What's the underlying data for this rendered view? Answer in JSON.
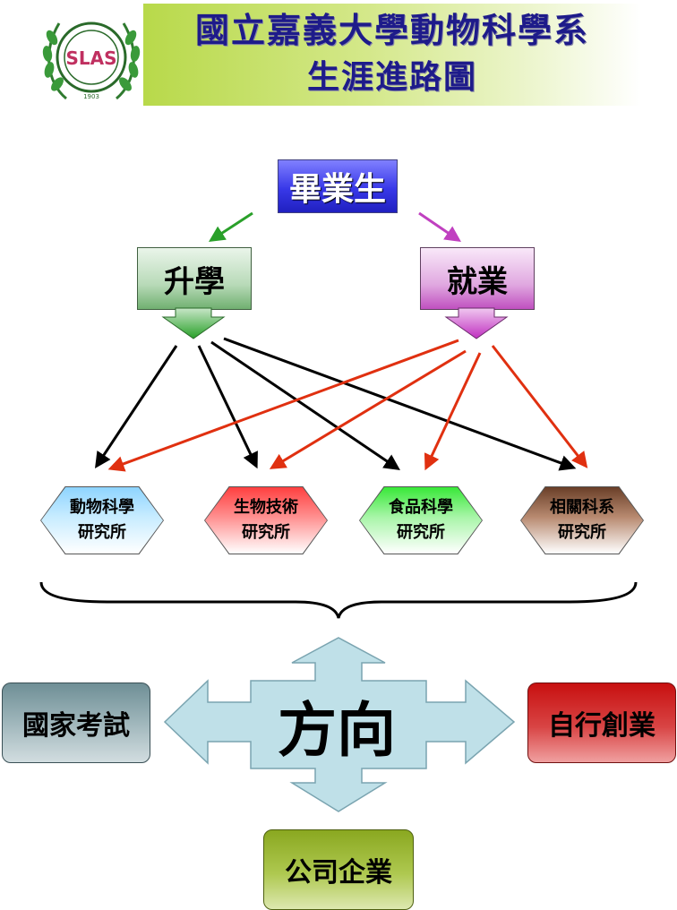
{
  "header": {
    "title_line1": "國立嘉義大學動物科學系",
    "title_line2": "生涯進路圖",
    "logo_text": "SLAS",
    "logo_year": "1903"
  },
  "top": {
    "graduate": "畢業生",
    "further_study": "升學",
    "employment": "就業"
  },
  "institutes": [
    {
      "line1": "動物科學",
      "line2": "研究所",
      "color": "#8ed4ff"
    },
    {
      "line1": "生物技術",
      "line2": "研究所",
      "color": "#ff4040"
    },
    {
      "line1": "食品科學",
      "line2": "研究所",
      "color": "#38e838"
    },
    {
      "line1": "相關科系",
      "line2": "研究所",
      "color": "#6a3f28"
    }
  ],
  "direction": {
    "center": "方向",
    "left": "國家考試",
    "right": "自行創業",
    "bottom": "公司企業"
  },
  "colors": {
    "title_text": "#1e1b8a",
    "banner": "#b8d94a",
    "study_arrow": "#000000",
    "employment_arrow": "#e03010",
    "cross_arrow": "#bfe0e8"
  }
}
